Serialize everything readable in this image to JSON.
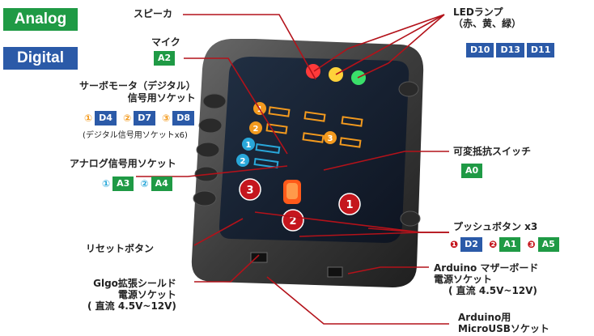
{
  "legend": {
    "analog": "Analog",
    "digital": "Digital"
  },
  "colors": {
    "analog": "#1f9a45",
    "digital": "#2b5aa8",
    "leader": "#b3121a",
    "orange": "#f39a1e",
    "cyan": "#29a7d9",
    "red": "#c5161d"
  },
  "speaker": {
    "label": "スピーカ"
  },
  "mic": {
    "label": "マイク",
    "pin": "A2"
  },
  "servo": {
    "title1": "サーボモータ（デジタル）",
    "title2": "信号用ソケット",
    "n1": "①",
    "p1": "D4",
    "n2": "②",
    "p2": "D7",
    "n3": "③",
    "p3": "D8",
    "note": "(デジタル信号用ソケットx6)"
  },
  "analog_socket": {
    "title": "アナログ信号用ソケット",
    "n1": "①",
    "p1": "A3",
    "n2": "②",
    "p2": "A4"
  },
  "reset": {
    "label": "リセットボタン"
  },
  "glgo": {
    "line1": "Glgo拡張シールド",
    "line2": "電源ソケット",
    "line3": "( 直流 4.5V~12V)"
  },
  "led": {
    "line1": "LEDランプ",
    "line2": "（赤、黄、緑）",
    "p1": "D10",
    "p2": "D13",
    "p3": "D11"
  },
  "vr": {
    "label": "可変抵抗スイッチ",
    "pin": "A0"
  },
  "push": {
    "label": "プッシュボタン x3",
    "n1": "❶",
    "p1": "D2",
    "n2": "❷",
    "p2": "A1",
    "n3": "❸",
    "p3": "A5"
  },
  "mother": {
    "line1": "Arduino マザーボード",
    "line2": "電源ソケット",
    "line3": "( 直流 4.5V~12V)"
  },
  "usb": {
    "line1": "Arduino用",
    "line2": "MicroUSBソケット"
  },
  "device": {
    "marker1": "1",
    "marker2": "2",
    "marker3": "3",
    "orange1": "1",
    "orange2": "2",
    "orange3": "3",
    "cyan1": "1",
    "cyan2": "2"
  }
}
